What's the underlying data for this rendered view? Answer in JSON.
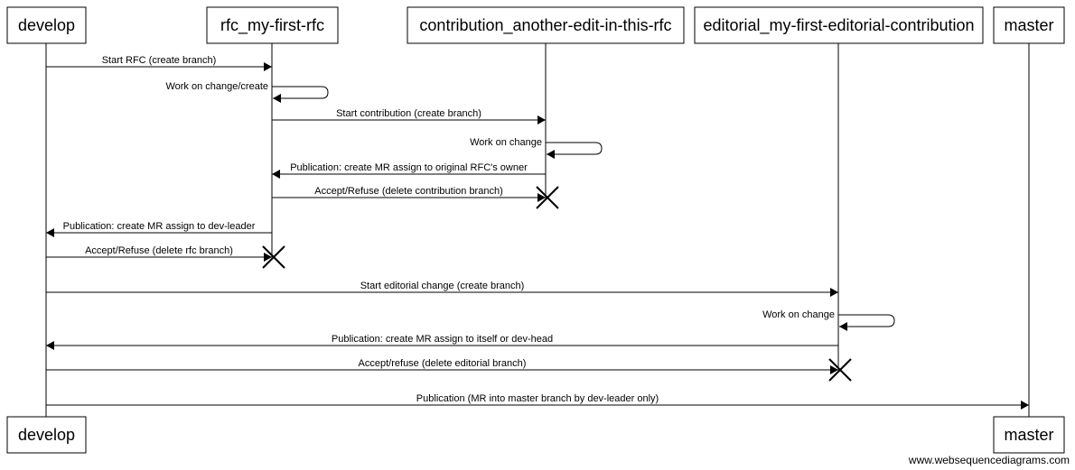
{
  "diagram": {
    "participants": [
      {
        "id": "develop",
        "label": "develop"
      },
      {
        "id": "rfc",
        "label": "rfc_my-first-rfc"
      },
      {
        "id": "contribution",
        "label": "contribution_another-edit-in-this-rfc"
      },
      {
        "id": "editorial",
        "label": "editorial_my-first-editorial-contribution"
      },
      {
        "id": "master",
        "label": "master"
      }
    ],
    "footer_participants": [
      {
        "id": "develop",
        "label": "develop"
      },
      {
        "id": "master",
        "label": "master"
      }
    ],
    "messages": [
      {
        "from": "develop",
        "to": "rfc",
        "label": "Start RFC (create branch)"
      },
      {
        "from": "rfc",
        "to": "rfc",
        "label": "Work on change/create"
      },
      {
        "from": "rfc",
        "to": "contribution",
        "label": "Start contribution (create branch)"
      },
      {
        "from": "contribution",
        "to": "contribution",
        "label": "Work on change"
      },
      {
        "from": "contribution",
        "to": "rfc",
        "label": "Publication: create MR assign to original RFC's owner"
      },
      {
        "from": "rfc",
        "to": "contribution",
        "label": "Accept/Refuse (delete contribution branch)",
        "destroy": true
      },
      {
        "from": "rfc",
        "to": "develop",
        "label": "Publication: create MR assign to dev-leader"
      },
      {
        "from": "develop",
        "to": "rfc",
        "label": "Accept/Refuse (delete rfc branch)",
        "destroy": true
      },
      {
        "from": "develop",
        "to": "editorial",
        "label": "Start editorial change (create branch)"
      },
      {
        "from": "editorial",
        "to": "editorial",
        "label": "Work on change"
      },
      {
        "from": "editorial",
        "to": "develop",
        "label": "Publication: create MR assign to itself or dev-head"
      },
      {
        "from": "develop",
        "to": "editorial",
        "label": "Accept/refuse (delete editorial branch)",
        "destroy": true
      },
      {
        "from": "develop",
        "to": "master",
        "label": "Publication (MR into master branch by dev-leader only)"
      }
    ]
  },
  "watermark": "www.websequencediagrams.com"
}
